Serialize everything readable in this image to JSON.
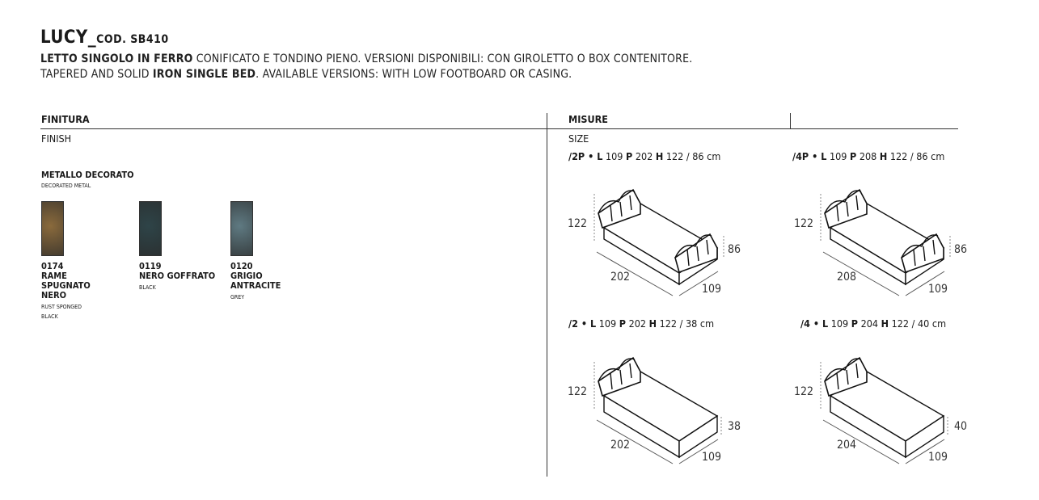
{
  "title": {
    "name": "LUCY_",
    "code": "COD. SB410"
  },
  "description": {
    "it_bold": "LETTO SINGOLO IN FERRO",
    "it_rest": " CONIFICATO E TONDINO PIENO. VERSIONI DISPONIBILI: CON GIROLETTO O BOX CONTENITORE.",
    "en_pre": "TAPERED AND SOLID ",
    "en_bold": "IRON SINGLE BED",
    "en_rest": ". AVAILABLE VERSIONS: WITH LOW FOOTBOARD OR CASING."
  },
  "finish": {
    "header": "FINITURA",
    "sub": "FINISH",
    "group_title": "METALLO DECORATO",
    "group_sub": "DECORATED METAL",
    "swatches": [
      {
        "code": "0174",
        "name": "RAME SPUGNATO NERO",
        "en": "RUST SPONGED BLACK",
        "color": "#8a6a3c"
      },
      {
        "code": "0119",
        "name": "NERO GOFFRATO",
        "en": "BLACK",
        "color": "#2e4448"
      },
      {
        "code": "0120",
        "name": "GRIGIO ANTRACITE",
        "en": "GREY",
        "color": "#5f7a82"
      }
    ]
  },
  "size": {
    "header": "MISURE",
    "sub": "SIZE",
    "versions": [
      {
        "code": "/2P",
        "L": "109",
        "P": "202",
        "H": "122 / 86 cm",
        "height": "122",
        "length": "202",
        "width": "109",
        "foot": "86"
      },
      {
        "code": "/4P",
        "L": "109",
        "P": "208",
        "H": "122 / 86 cm",
        "height": "122",
        "length": "208",
        "width": "109",
        "foot": "86"
      },
      {
        "code": "/2",
        "L": "109",
        "P": "202",
        "H": "122 / 38 cm",
        "height": "122",
        "length": "202",
        "width": "109",
        "foot": "38"
      },
      {
        "code": "/4",
        "L": "109",
        "P": "204",
        "H": "122 / 40 cm",
        "height": "122",
        "length": "204",
        "width": "109",
        "foot": "40"
      }
    ],
    "labels": {
      "dot": " • ",
      "L": "L",
      "P": "P",
      "H": "H"
    }
  }
}
